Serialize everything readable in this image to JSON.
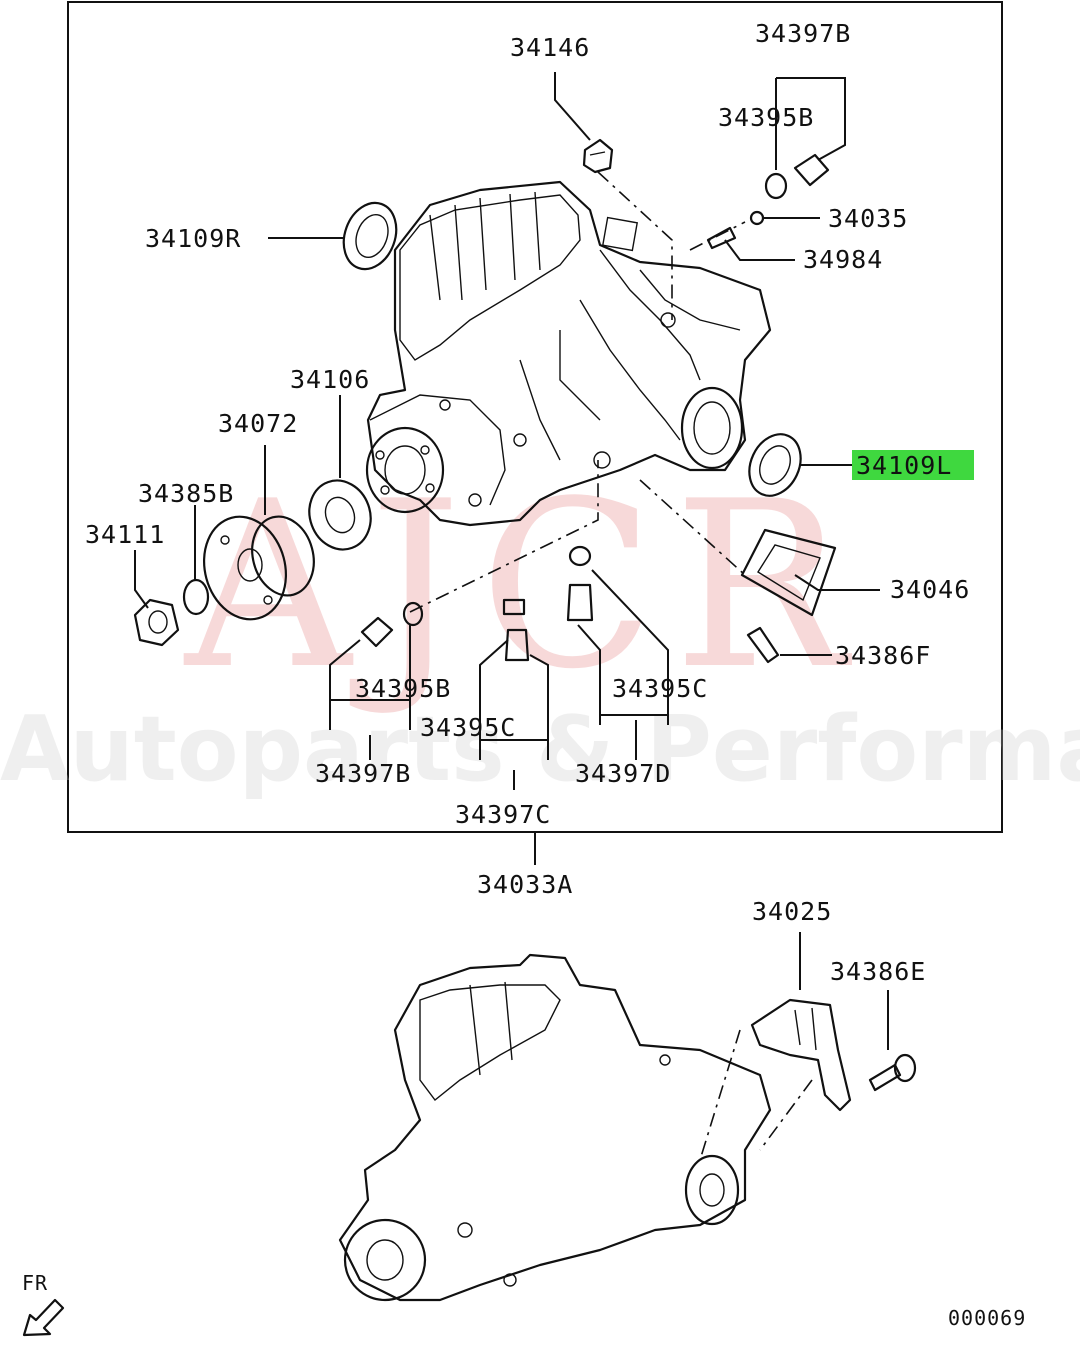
{
  "watermark": {
    "brand": "AJCR",
    "tagline": "Autoparts & Performance"
  },
  "labels": {
    "p34146": "34146",
    "p34397B_top": "34397B",
    "p34395B_top": "34395B",
    "p34035": "34035",
    "p34984": "34984",
    "p34109R": "34109R",
    "p34106": "34106",
    "p34072": "34072",
    "p34385B": "34385B",
    "p34111": "34111",
    "p34109L": "34109L",
    "p34046": "34046",
    "p34386F": "34386F",
    "p34395B_bottom": "34395B",
    "p34395C_mid": "34395C",
    "p34395C_right": "34395C",
    "p34397B_bottom": "34397B",
    "p34397D": "34397D",
    "p34397C": "34397C",
    "p34033A": "34033A",
    "p34025": "34025",
    "p34386E": "34386E"
  },
  "highlight": {
    "part": "34109L",
    "color": "#3fd83f"
  },
  "orientation_label": "FR",
  "diagram_code": "000069"
}
